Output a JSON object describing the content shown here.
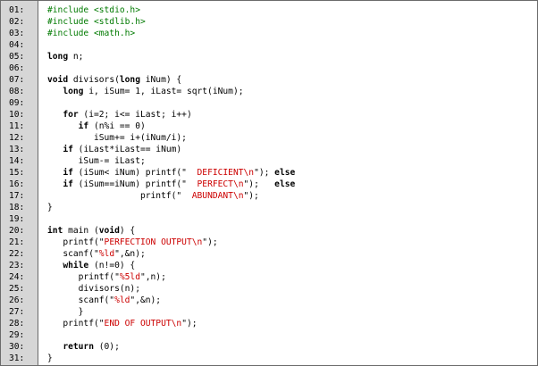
{
  "lines": [
    {
      "n": "01:",
      "segs": [
        {
          "t": "#include <stdio.h>",
          "c": "pp"
        }
      ]
    },
    {
      "n": "02:",
      "segs": [
        {
          "t": "#include <stdlib.h>",
          "c": "pp"
        }
      ]
    },
    {
      "n": "03:",
      "segs": [
        {
          "t": "#include <math.h>",
          "c": "pp"
        }
      ]
    },
    {
      "n": "04:",
      "segs": []
    },
    {
      "n": "05:",
      "segs": [
        {
          "t": "long",
          "c": "kw"
        },
        {
          "t": " n;"
        }
      ]
    },
    {
      "n": "06:",
      "segs": []
    },
    {
      "n": "07:",
      "segs": [
        {
          "t": "void",
          "c": "kw"
        },
        {
          "t": " divisors("
        },
        {
          "t": "long",
          "c": "kw"
        },
        {
          "t": " iNum) {"
        }
      ]
    },
    {
      "n": "08:",
      "segs": [
        {
          "t": "   "
        },
        {
          "t": "long",
          "c": "kw"
        },
        {
          "t": " i, iSum= 1, iLast= sqrt(iNum);"
        }
      ]
    },
    {
      "n": "09:",
      "segs": []
    },
    {
      "n": "10:",
      "segs": [
        {
          "t": "   "
        },
        {
          "t": "for",
          "c": "kw"
        },
        {
          "t": " (i=2; i<= iLast; i++)"
        }
      ]
    },
    {
      "n": "11:",
      "segs": [
        {
          "t": "      "
        },
        {
          "t": "if",
          "c": "kw"
        },
        {
          "t": " (n%i == 0)"
        }
      ]
    },
    {
      "n": "12:",
      "segs": [
        {
          "t": "         iSum+= i+(iNum/i);"
        }
      ]
    },
    {
      "n": "13:",
      "segs": [
        {
          "t": "   "
        },
        {
          "t": "if",
          "c": "kw"
        },
        {
          "t": " (iLast*iLast== iNum)"
        }
      ]
    },
    {
      "n": "14:",
      "segs": [
        {
          "t": "      iSum-= iLast;"
        }
      ]
    },
    {
      "n": "15:",
      "segs": [
        {
          "t": "   "
        },
        {
          "t": "if",
          "c": "kw"
        },
        {
          "t": " (iSum< iNum) printf(\""
        },
        {
          "t": "  DEFICIENT\\n",
          "c": "str"
        },
        {
          "t": "\"); "
        },
        {
          "t": "else",
          "c": "kw"
        }
      ]
    },
    {
      "n": "16:",
      "segs": [
        {
          "t": "   "
        },
        {
          "t": "if",
          "c": "kw"
        },
        {
          "t": " (iSum==iNum) printf(\""
        },
        {
          "t": "  PERFECT\\n",
          "c": "str"
        },
        {
          "t": "\");   "
        },
        {
          "t": "else",
          "c": "kw"
        }
      ]
    },
    {
      "n": "17:",
      "segs": [
        {
          "t": "                  printf(\""
        },
        {
          "t": "  ABUNDANT\\n",
          "c": "str"
        },
        {
          "t": "\");"
        }
      ]
    },
    {
      "n": "18:",
      "segs": [
        {
          "t": "}"
        }
      ]
    },
    {
      "n": "19:",
      "segs": []
    },
    {
      "n": "20:",
      "segs": [
        {
          "t": "int",
          "c": "kw"
        },
        {
          "t": " main ("
        },
        {
          "t": "void",
          "c": "kw"
        },
        {
          "t": ") {"
        }
      ]
    },
    {
      "n": "21:",
      "segs": [
        {
          "t": "   printf(\""
        },
        {
          "t": "PERFECTION OUTPUT\\n",
          "c": "str"
        },
        {
          "t": "\");"
        }
      ]
    },
    {
      "n": "22:",
      "segs": [
        {
          "t": "   scanf(\""
        },
        {
          "t": "%ld",
          "c": "str"
        },
        {
          "t": "\",&n);"
        }
      ]
    },
    {
      "n": "23:",
      "segs": [
        {
          "t": "   "
        },
        {
          "t": "while",
          "c": "kw"
        },
        {
          "t": " (n!=0) {"
        }
      ]
    },
    {
      "n": "24:",
      "segs": [
        {
          "t": "      printf(\""
        },
        {
          "t": "%5ld",
          "c": "str"
        },
        {
          "t": "\",n);"
        }
      ]
    },
    {
      "n": "25:",
      "segs": [
        {
          "t": "      divisors(n);"
        }
      ]
    },
    {
      "n": "26:",
      "segs": [
        {
          "t": "      scanf(\""
        },
        {
          "t": "%ld",
          "c": "str"
        },
        {
          "t": "\",&n);"
        }
      ]
    },
    {
      "n": "27:",
      "segs": [
        {
          "t": "      }"
        }
      ]
    },
    {
      "n": "28:",
      "segs": [
        {
          "t": "   printf(\""
        },
        {
          "t": "END OF OUTPUT\\n",
          "c": "str"
        },
        {
          "t": "\");"
        }
      ]
    },
    {
      "n": "29:",
      "segs": []
    },
    {
      "n": "30:",
      "segs": [
        {
          "t": "   "
        },
        {
          "t": "return",
          "c": "kw"
        },
        {
          "t": " (0);"
        }
      ]
    },
    {
      "n": "31:",
      "segs": [
        {
          "t": "}"
        }
      ]
    }
  ]
}
